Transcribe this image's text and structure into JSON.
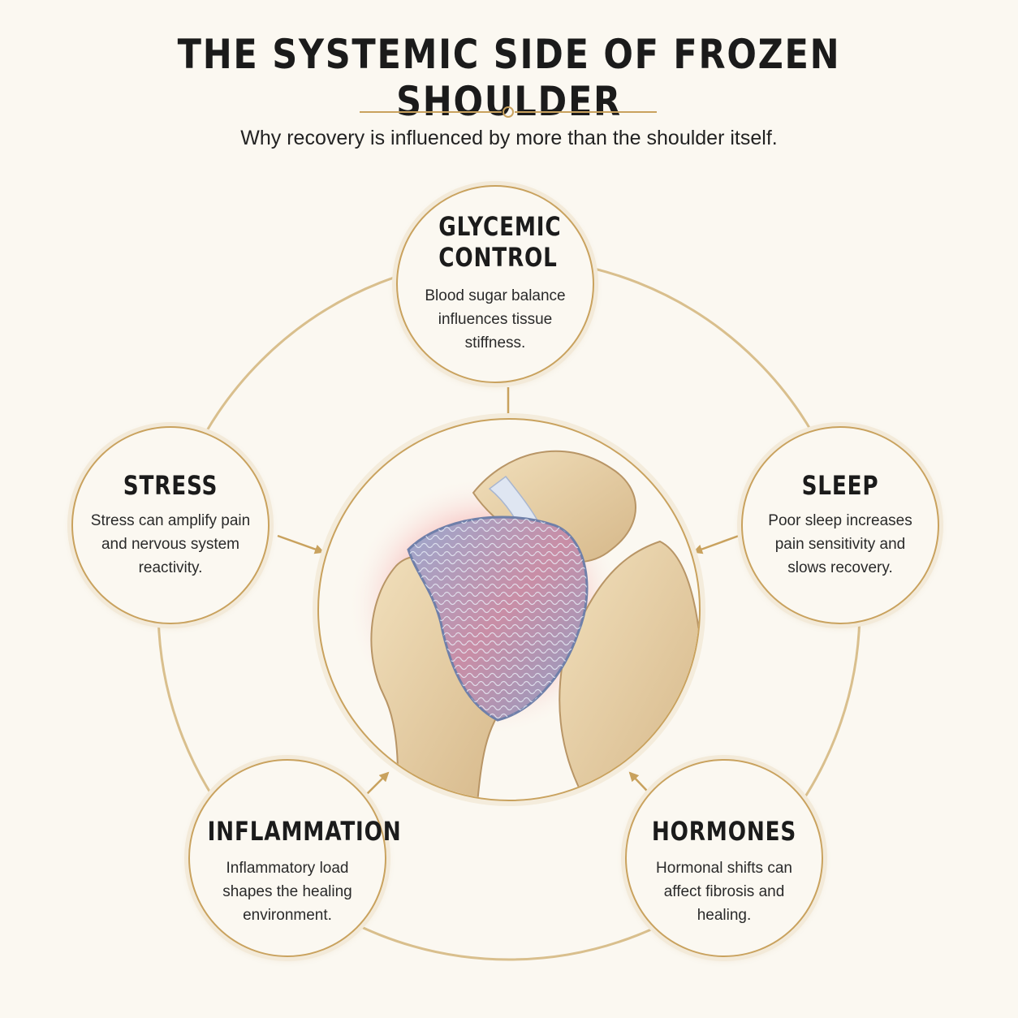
{
  "header": {
    "title": "THE SYSTEMIC SIDE OF FROZEN SHOULDER",
    "subtitle": "Why recovery is influenced by more than the shoulder itself."
  },
  "factors": [
    {
      "title": "GLYCEMIC CONTROL",
      "description": "Blood sugar balance influences tissue stiffness."
    },
    {
      "title": "STRESS",
      "description": "Stress can amplify pain and nervous system reactivity."
    },
    {
      "title": "SLEEP",
      "description": "Poor sleep increases pain sensitivity and slows recovery."
    },
    {
      "title": "INFLAMMATION",
      "description": "Inflammatory load shapes the healing environment."
    },
    {
      "title": "HORMONES",
      "description": "Hormonal shifts can affect fibrosis and healing."
    }
  ],
  "colors": {
    "accent": "#c9a25e",
    "background": "#fbf8f1",
    "inflammation": "#e8384a",
    "capsule": "#8e9ec4",
    "bone": "#e6cfa3"
  },
  "center_illustration": "shoulder-joint-capsule-illustration"
}
